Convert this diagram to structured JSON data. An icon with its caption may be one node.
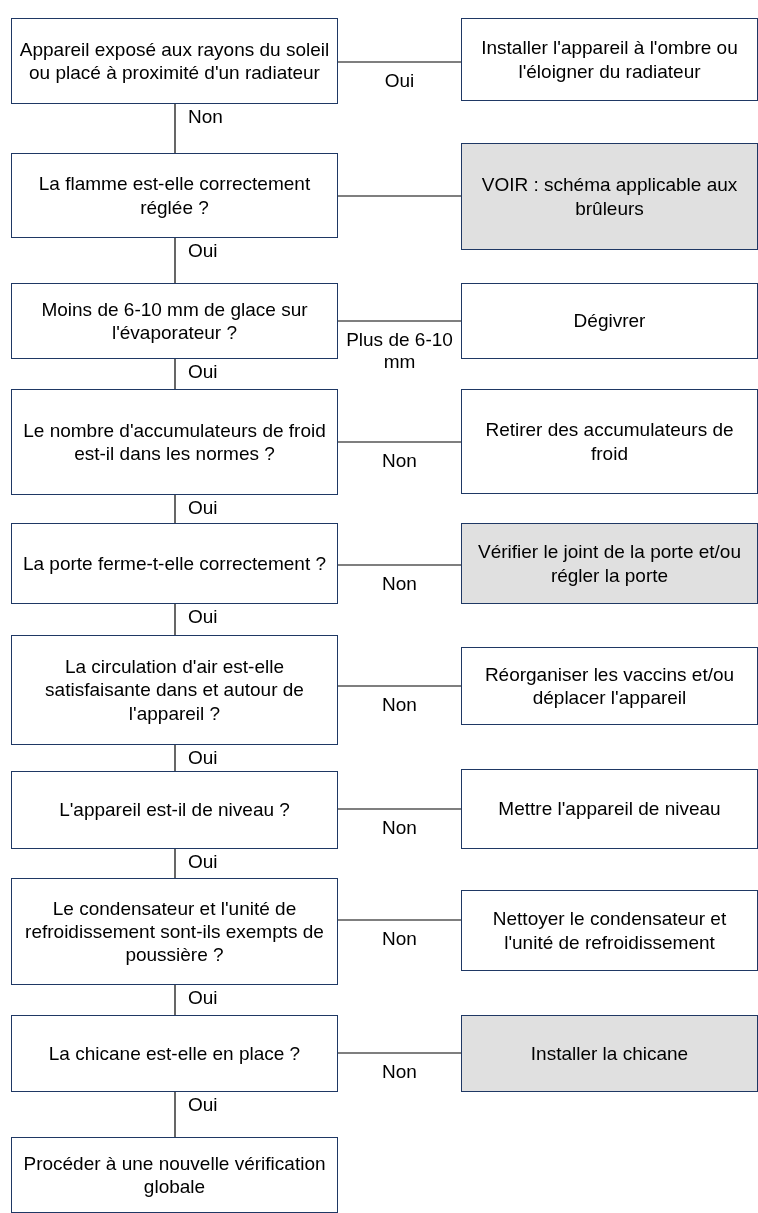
{
  "diagram": {
    "nodes": [
      {
        "text": [
          "Appareil exposé aux rayons du soleil ou placé à proximité d'un radiateur"
        ]
      },
      {
        "text": [
          "Installer l'appareil à l'ombre ou l'éloigner du radiateur"
        ]
      },
      {
        "text": [
          "La flamme est-elle correctement réglée ?"
        ]
      },
      {
        "text": [
          "VOIR : schéma applicable aux brûleurs"
        ]
      },
      {
        "text": [
          "Moins de 6-10 mm de glace sur l'évaporateur ?"
        ]
      },
      {
        "text": [
          "Dégivrer"
        ]
      },
      {
        "text": [
          "Le nombre d'accumulateurs de froid est-il dans les normes ?"
        ]
      },
      {
        "text": [
          "Retirer des accumulateurs de froid"
        ]
      },
      {
        "text": [
          "La porte ferme-t-elle correctement ?"
        ]
      },
      {
        "text": [
          "Vérifier le joint de la porte et/ou régler la porte"
        ]
      },
      {
        "text": [
          "La circulation d'air est-elle satisfaisante dans et autour de l'appareil ?"
        ]
      },
      {
        "text": [
          "Réorganiser les vaccins et/ou déplacer l'appareil"
        ]
      },
      {
        "text": [
          "L'appareil est-il de niveau ?"
        ]
      },
      {
        "text": [
          "Mettre l'appareil de niveau"
        ]
      },
      {
        "text": [
          "Le condensateur et l'unité de refroidissement sont-ils exempts de poussière ?"
        ]
      },
      {
        "text": [
          "Nettoyer le condensateur et l'unité de refroidissement"
        ]
      },
      {
        "text": [
          "La chicane est-elle en place ?"
        ]
      },
      {
        "text": [
          "Installer la chicane"
        ]
      },
      {
        "text": [
          "Procéder à une nouvelle vérification globale"
        ]
      }
    ],
    "edges": [
      {
        "from": 0,
        "to": 1,
        "arrow": "none",
        "label": "Oui"
      },
      {
        "from": 0,
        "to": 2,
        "arrow": "none",
        "label": "Non"
      },
      {
        "from": 2,
        "to": 3,
        "arrow": "none"
      },
      {
        "from": 2,
        "to": 4,
        "arrow": "none",
        "label": "Oui"
      },
      {
        "from": 4,
        "to": 5,
        "arrow": "none",
        "label": "Plus de 6-10 mm"
      },
      {
        "from": 4,
        "to": 6,
        "arrow": "none",
        "label": "Oui"
      },
      {
        "from": 6,
        "to": 7,
        "arrow": "none",
        "label": "Non"
      },
      {
        "from": 6,
        "to": 8,
        "arrow": "none",
        "label": "Oui"
      },
      {
        "from": 8,
        "to": 9,
        "arrow": "none",
        "label": "Non"
      },
      {
        "from": 8,
        "to": 10,
        "arrow": "none",
        "label": "Oui"
      },
      {
        "from": 10,
        "to": 11,
        "arrow": "none",
        "label": "Non"
      },
      {
        "from": 10,
        "to": 12,
        "arrow": "none",
        "label": "Oui"
      },
      {
        "from": 12,
        "to": 13,
        "arrow": "none",
        "label": "Non"
      },
      {
        "from": 12,
        "to": 14,
        "arrow": "none",
        "label": "Oui"
      },
      {
        "from": 14,
        "to": 15,
        "arrow": "none",
        "label": "Non"
      },
      {
        "from": 14,
        "to": 16,
        "arrow": "none",
        "label": "Oui"
      },
      {
        "from": 16,
        "to": 17,
        "arrow": "none",
        "label": "Non"
      },
      {
        "from": 16,
        "to": 18,
        "arrow": "none",
        "label": "Oui"
      }
    ]
  }
}
